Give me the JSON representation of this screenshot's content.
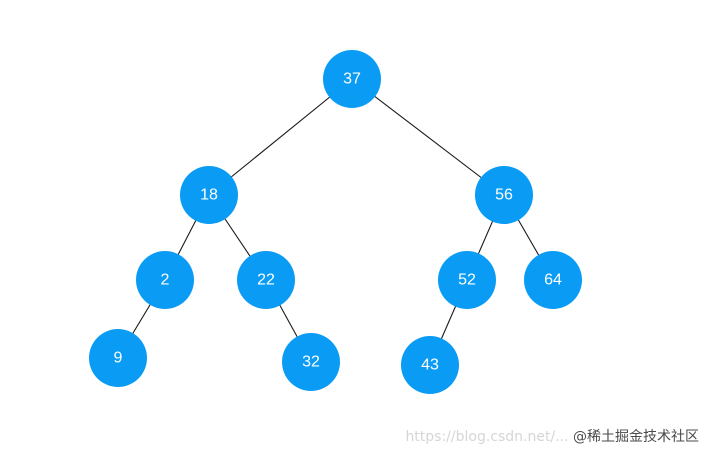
{
  "diagram": {
    "node_color": "#0a9cf5",
    "edge_color": "#1a1a1a",
    "label_color": "#ffffff",
    "nodes": [
      {
        "id": "n37",
        "label": "37"
      },
      {
        "id": "n18",
        "label": "18"
      },
      {
        "id": "n56",
        "label": "56"
      },
      {
        "id": "n2",
        "label": "2"
      },
      {
        "id": "n22",
        "label": "22"
      },
      {
        "id": "n52",
        "label": "52"
      },
      {
        "id": "n64",
        "label": "64"
      },
      {
        "id": "n9",
        "label": "9"
      },
      {
        "id": "n32",
        "label": "32"
      },
      {
        "id": "n43",
        "label": "43"
      }
    ],
    "edges": [
      {
        "from": "n37",
        "to": "n18"
      },
      {
        "from": "n37",
        "to": "n56"
      },
      {
        "from": "n18",
        "to": "n2"
      },
      {
        "from": "n18",
        "to": "n22"
      },
      {
        "from": "n56",
        "to": "n52"
      },
      {
        "from": "n56",
        "to": "n64"
      },
      {
        "from": "n2",
        "to": "n9"
      },
      {
        "from": "n22",
        "to": "n32"
      },
      {
        "from": "n52",
        "to": "n43"
      }
    ]
  },
  "watermark": {
    "url_text": "https://blog.csdn.net/...",
    "brand_text": "@稀土掘金技术社区"
  }
}
